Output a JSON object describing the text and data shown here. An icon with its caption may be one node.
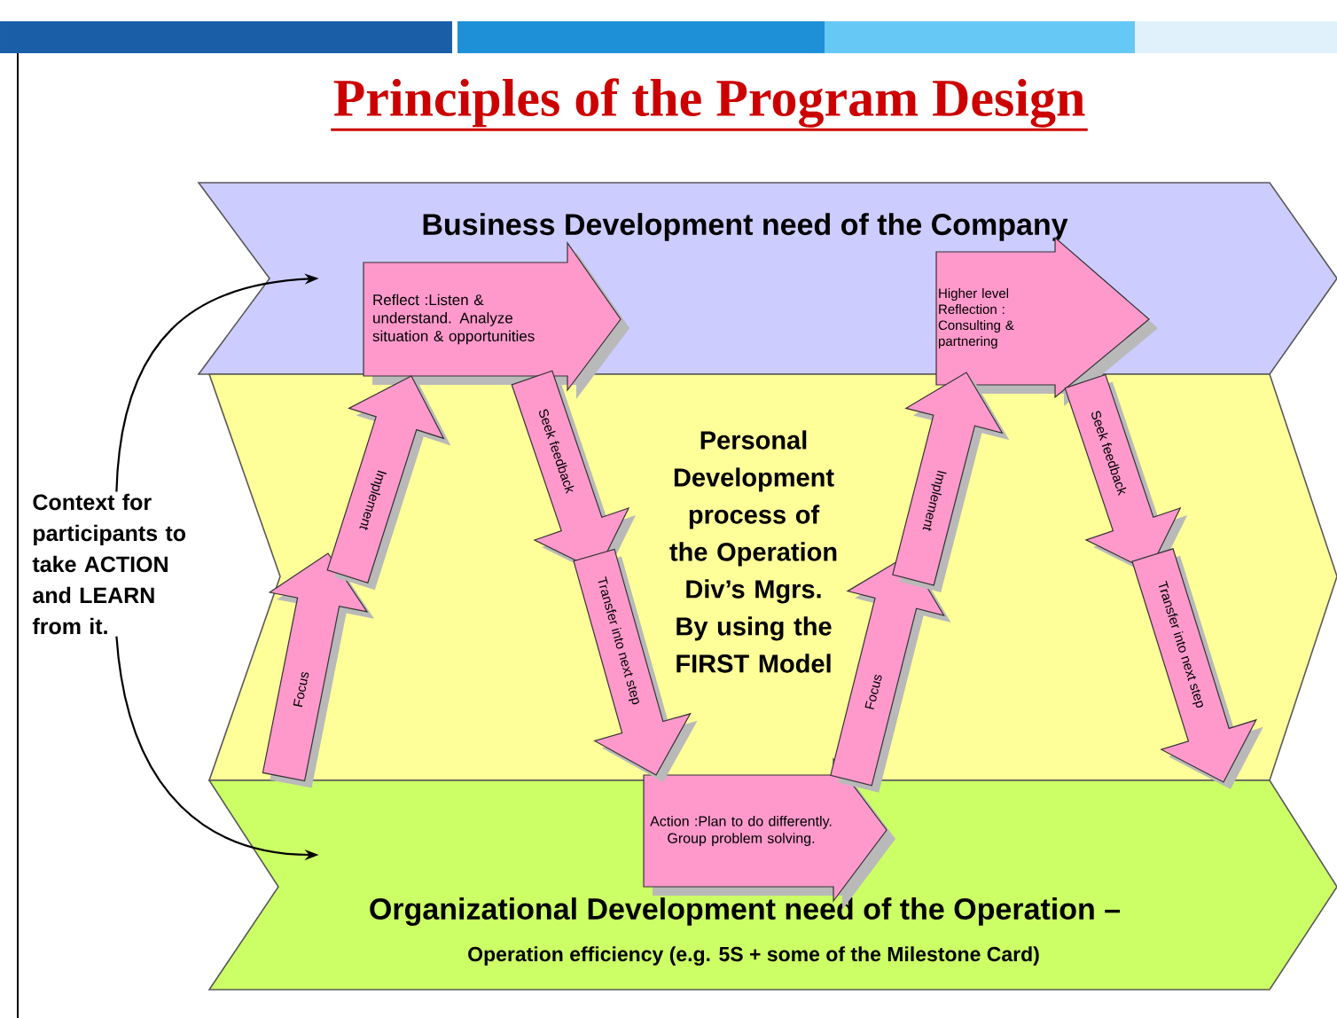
{
  "diagram": {
    "title": "Principles of the Program Design",
    "nodes": [
      {
        "text": [
          "Business Development need of the Company"
        ]
      },
      {
        "text": [
          "Personal Development process of the Operation Div’s Mgrs. By using the FIRST Model"
        ]
      },
      {
        "text": [
          "Organizational Development need of the Operation –",
          "Operation efficiency (e.g. 5S + some of the Milestone Card)"
        ]
      },
      {
        "text": [
          "Reflect :Listen & understand. Analyze situation & opportunities"
        ]
      },
      {
        "text": [
          "Higher level Reflection : Consulting & partnering"
        ]
      },
      {
        "text": [
          "Action :Plan to do differently. Group problem solving."
        ]
      },
      {
        "text": [
          "Context for participants to take ACTION and LEARN from it."
        ]
      }
    ],
    "edges": [
      {
        "from": 6,
        "to": 0,
        "arrow": "to"
      },
      {
        "from": 6,
        "to": 2,
        "arrow": "to"
      },
      {
        "from": 2,
        "to": null,
        "arrow": "to",
        "label": "Focus"
      },
      {
        "from": null,
        "to": 3,
        "arrow": "to",
        "label": "Implement"
      },
      {
        "from": 3,
        "to": null,
        "arrow": "to",
        "label": "Seek feedback"
      },
      {
        "from": null,
        "to": 5,
        "arrow": "to",
        "label": "Transfer into next step"
      },
      {
        "from": 5,
        "to": null,
        "arrow": "to",
        "label": "Focus"
      },
      {
        "from": null,
        "to": 4,
        "arrow": "to",
        "label": "Implement"
      },
      {
        "from": 4,
        "to": null,
        "arrow": "to",
        "label": "Seek feedback"
      },
      {
        "from": null,
        "to": 2,
        "arrow": "to",
        "label": "Transfer into next step"
      }
    ]
  }
}
